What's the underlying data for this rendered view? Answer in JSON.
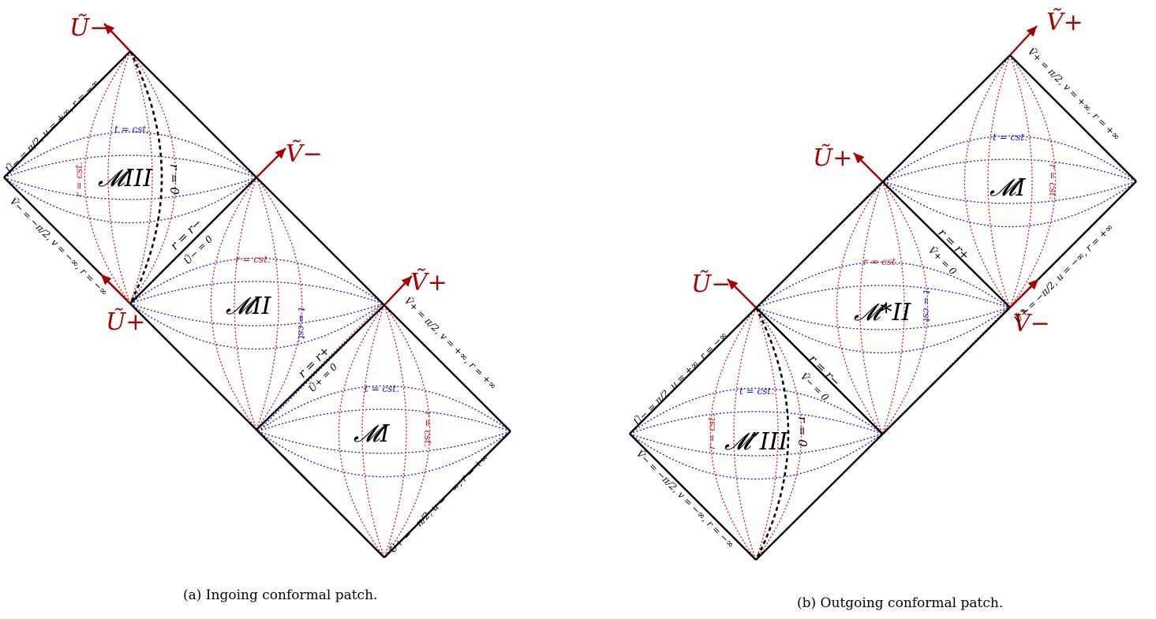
{
  "panel_a": {
    "caption": "(a) Ingoing conformal patch.",
    "regions": [
      "𝓜III",
      "𝓜II",
      "𝓜I"
    ],
    "axes": [
      "Ũ−",
      "Ṽ−",
      "Ũ+",
      "Ṽ+"
    ],
    "t_label": "t = cst.",
    "r_label": "r = cst.",
    "singularity": "r = 0",
    "horizon_minus": "r = r−",
    "horizon_plus": "r = r+",
    "u_minus_zero": "Ũ− = 0",
    "u_plus_zero": "Ũ+ = 0",
    "boundary_top_left": "Ũ− = π/2, u = +∞, r = −∞",
    "boundary_bottom_left": "Ṽ− = −π/2, v = −∞, r = −∞",
    "boundary_top_right": "Ṽ+ = π/2, v = +∞, r = +∞",
    "boundary_bottom_right": "Ũ+ = −π/2, u = −∞, r = +∞"
  },
  "panel_b": {
    "caption": "(b) Outgoing conformal patch.",
    "regions": [
      "𝓜I",
      "𝓜*II",
      "𝓜″III"
    ],
    "axes": [
      "Ṽ+",
      "Ũ+",
      "Ũ−",
      "Ṽ−"
    ],
    "t_label": "t = cst.",
    "r_label": "r = cst.",
    "singularity": "r = 0",
    "horizon_plus": "r = r+",
    "horizon_minus": "r = r−",
    "v_plus_zero": "Ṽ+ = 0",
    "v_minus_zero": "Ṽ− = 0",
    "boundary_top_right": "Ṽ+ = π/2, v = +∞, r = +∞",
    "boundary_bottom_right": "Ũ+ = −π/2, u = −∞, r = +∞",
    "boundary_top_left": "Ũ− = π/2, u = +∞, r = −∞",
    "boundary_bottom_left": "Ṽ− = −π/2, v = −∞, r = −∞"
  },
  "colors": {
    "timelike": "#1414c8",
    "radial": "#d01414",
    "axis": "#a80000",
    "edge": "#000000"
  }
}
